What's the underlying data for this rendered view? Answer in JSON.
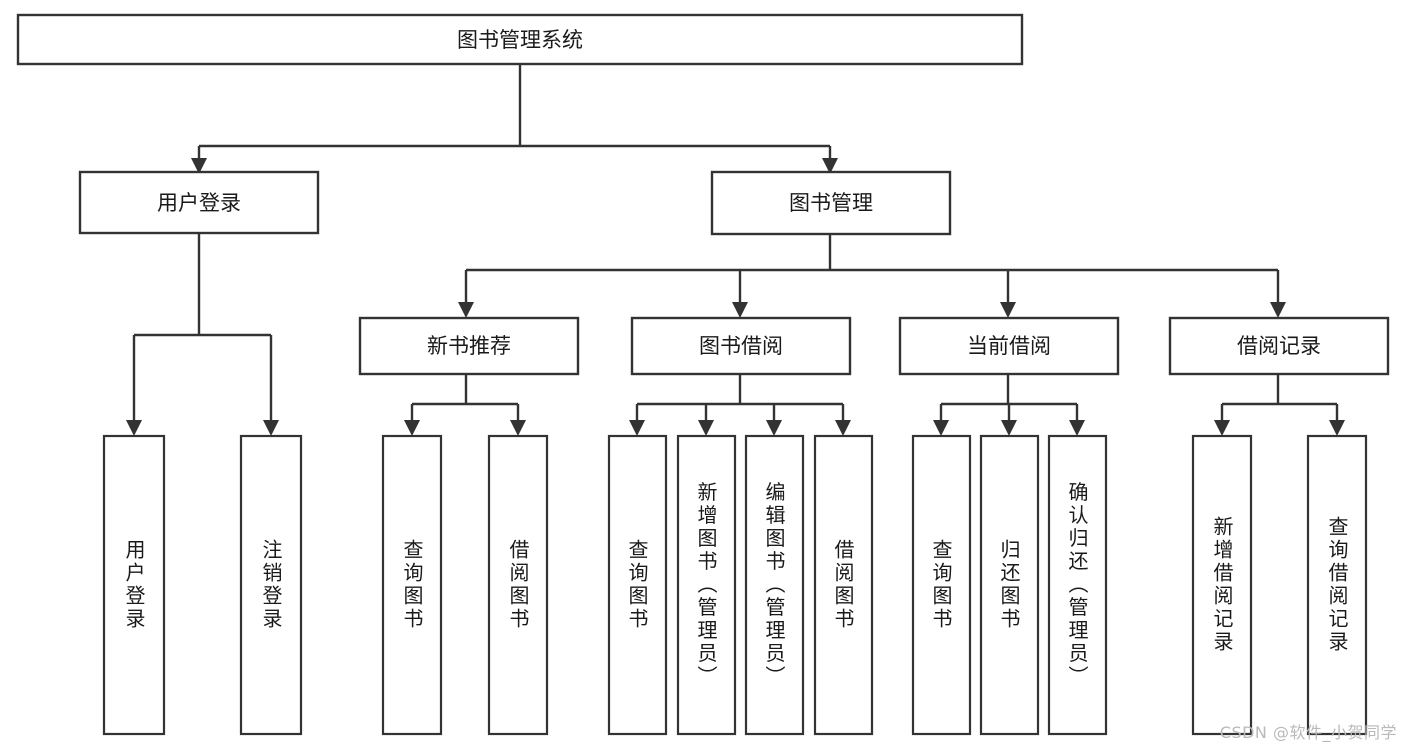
{
  "diagram": {
    "type": "tree",
    "title": "图书管理系统",
    "orientation": "top-down",
    "colors": {
      "box_fill": "#ffffff",
      "box_stroke": "#333333",
      "text": "#1a1a1a",
      "background": "#ffffff",
      "watermark": "#b9b9b9"
    },
    "nodes": {
      "root": {
        "label": "图书管理系统",
        "level": 1
      },
      "l2": [
        {
          "label": "用户登录",
          "level": 2
        },
        {
          "label": "图书管理",
          "level": 2
        }
      ],
      "l3": [
        {
          "label": "新书推荐",
          "level": 3
        },
        {
          "label": "图书借阅",
          "level": 3
        },
        {
          "label": "当前借阅",
          "level": 3
        },
        {
          "label": "借阅记录",
          "level": 3
        }
      ],
      "leaves_user_login": [
        {
          "label": "用户登录",
          "level": 3,
          "orientation": "vertical"
        },
        {
          "label": "注销登录",
          "level": 3,
          "orientation": "vertical"
        }
      ],
      "leaves_new_books": [
        {
          "label": "查询图书",
          "level": 4,
          "orientation": "vertical"
        },
        {
          "label": "借阅图书",
          "level": 4,
          "orientation": "vertical"
        }
      ],
      "leaves_borrow": [
        {
          "label": "查询图书",
          "level": 4,
          "orientation": "vertical"
        },
        {
          "label": "新增图书（管理员）",
          "level": 4,
          "orientation": "vertical"
        },
        {
          "label": "编辑图书（管理员）",
          "level": 4,
          "orientation": "vertical"
        },
        {
          "label": "借阅图书",
          "level": 4,
          "orientation": "vertical"
        }
      ],
      "leaves_current": [
        {
          "label": "查询图书",
          "level": 4,
          "orientation": "vertical"
        },
        {
          "label": "归还图书",
          "level": 4,
          "orientation": "vertical"
        },
        {
          "label": "确认归还（管理员）",
          "level": 4,
          "orientation": "vertical"
        }
      ],
      "leaves_records": [
        {
          "label": "新增借阅记录",
          "level": 4,
          "orientation": "vertical"
        },
        {
          "label": "查询借阅记录",
          "level": 4,
          "orientation": "vertical"
        }
      ]
    },
    "edges": [
      {
        "from": "图书管理系统",
        "to": "用户登录"
      },
      {
        "from": "图书管理系统",
        "to": "图书管理"
      },
      {
        "from": "用户登录",
        "to": "用户登录"
      },
      {
        "from": "用户登录",
        "to": "注销登录"
      },
      {
        "from": "图书管理",
        "to": "新书推荐"
      },
      {
        "from": "图书管理",
        "to": "图书借阅"
      },
      {
        "from": "图书管理",
        "to": "当前借阅"
      },
      {
        "from": "图书管理",
        "to": "借阅记录"
      },
      {
        "from": "新书推荐",
        "to": "查询图书"
      },
      {
        "from": "新书推荐",
        "to": "借阅图书"
      },
      {
        "from": "图书借阅",
        "to": "查询图书"
      },
      {
        "from": "图书借阅",
        "to": "新增图书（管理员）"
      },
      {
        "from": "图书借阅",
        "to": "编辑图书（管理员）"
      },
      {
        "from": "图书借阅",
        "to": "借阅图书"
      },
      {
        "from": "当前借阅",
        "to": "查询图书"
      },
      {
        "from": "当前借阅",
        "to": "归还图书"
      },
      {
        "from": "当前借阅",
        "to": "确认归还（管理员）"
      },
      {
        "from": "借阅记录",
        "to": "新增借阅记录"
      },
      {
        "from": "借阅记录",
        "to": "查询借阅记录"
      }
    ]
  },
  "watermark": {
    "text": "CSDN @软件_小贺同学"
  }
}
